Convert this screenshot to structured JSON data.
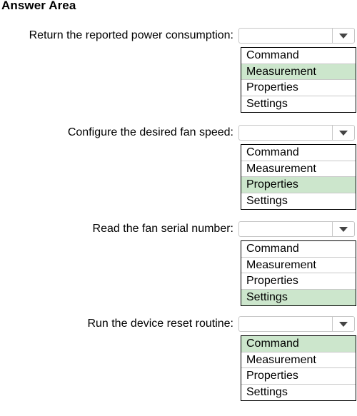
{
  "header": {
    "title": "Answer Area"
  },
  "questions": [
    {
      "label": "Return the reported power consumption:",
      "options": [
        "Command",
        "Measurement",
        "Properties",
        "Settings"
      ],
      "selected_index": 1
    },
    {
      "label": "Configure the desired fan speed:",
      "options": [
        "Command",
        "Measurement",
        "Properties",
        "Settings"
      ],
      "selected_index": 2
    },
    {
      "label": "Read the fan serial number:",
      "options": [
        "Command",
        "Measurement",
        "Properties",
        "Settings"
      ],
      "selected_index": 3
    },
    {
      "label": "Run the device reset routine:",
      "options": [
        "Command",
        "Measurement",
        "Properties",
        "Settings"
      ],
      "selected_index": 0
    }
  ],
  "colors": {
    "selected_highlight": "#cce6cc",
    "dropdown_border": "#c6c6c6",
    "list_border": "#000000"
  },
  "icons": {
    "dropdown_arrow": "chevron-down-icon"
  }
}
